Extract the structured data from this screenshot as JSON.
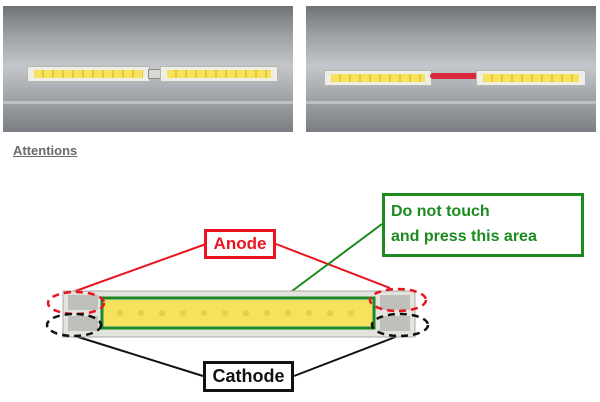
{
  "photos": [
    {
      "name": "two-strips-connected-directly"
    },
    {
      "name": "two-strips-connected-with-wire"
    }
  ],
  "heading": "Attentions",
  "labels": {
    "anode": "Anode",
    "cathode": "Cathode",
    "touch_line1": "Do not touch",
    "touch_line2": "and press this area"
  },
  "colors": {
    "anode": "#e8141e",
    "touch_area": "#1b8a1f",
    "cathode": "#111111",
    "led_chip": "#f6e25c"
  }
}
